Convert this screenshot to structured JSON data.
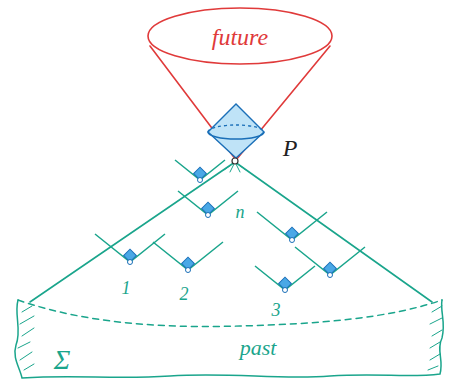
{
  "diagram": {
    "labels": [
      "future",
      "P",
      "n",
      "1",
      "2",
      "past",
      "3",
      "Σ"
    ]
  }
}
